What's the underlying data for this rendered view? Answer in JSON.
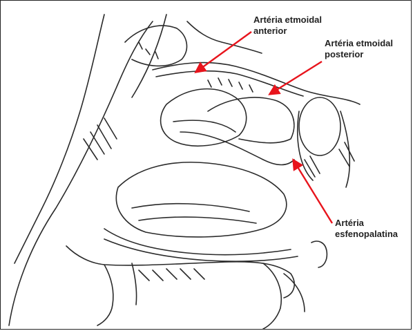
{
  "labels": {
    "anterior": {
      "line1": "Artéria etmoidal",
      "line2": "anterior"
    },
    "posterior": {
      "line1": "Artéria etmoidal",
      "line2": "posterior"
    },
    "esfenopalatina": {
      "line1": "Artéria",
      "line2": "esfenopalatina"
    }
  },
  "colors": {
    "arrow": "#e8141c",
    "ink": "#2a2a2a",
    "label": "#222222"
  }
}
